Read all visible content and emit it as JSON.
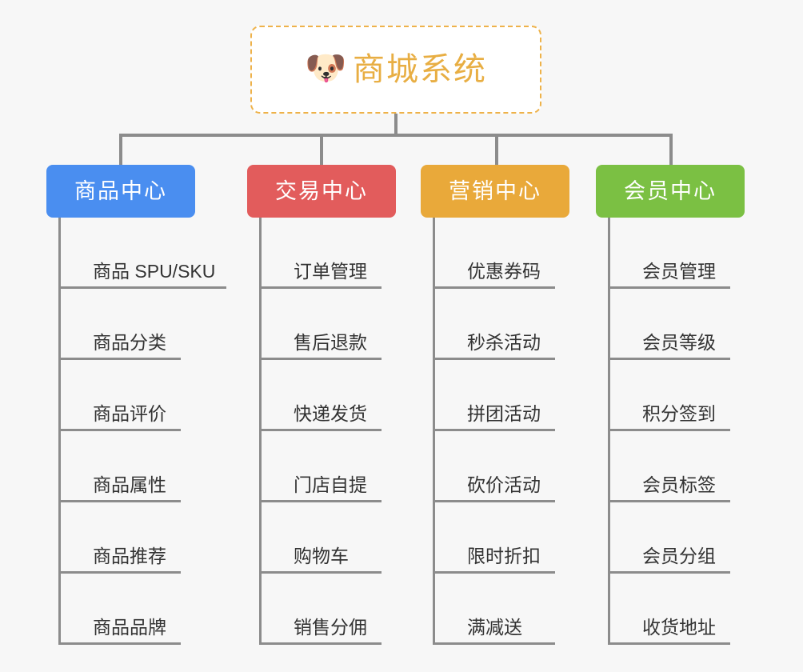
{
  "page": {
    "background_color": "#f7f7f7",
    "text_color": "#333333",
    "connector_color": "#8c8c8c"
  },
  "root": {
    "icon": "dog-face-emoji",
    "emoji": "🐶",
    "title": "商城系统",
    "title_color": "#e8ae43",
    "border_color": "#eeb24a",
    "border_style": "dashed",
    "background_color": "#ffffff"
  },
  "columns": [
    {
      "id": "product-center",
      "label": "商品中心",
      "color": "#4a8ef0",
      "items": [
        "商品 SPU/SKU",
        "商品分类",
        "商品评价",
        "商品属性",
        "商品推荐",
        "商品品牌"
      ]
    },
    {
      "id": "trade-center",
      "label": "交易中心",
      "color": "#e25c5c",
      "items": [
        "订单管理",
        "售后退款",
        "快递发货",
        "门店自提",
        "购物车",
        "销售分佣"
      ]
    },
    {
      "id": "marketing-center",
      "label": "营销中心",
      "color": "#e9a93a",
      "items": [
        "优惠券码",
        "秒杀活动",
        "拼团活动",
        "砍价活动",
        "限时折扣",
        "满减送"
      ]
    },
    {
      "id": "member-center",
      "label": "会员中心",
      "color": "#7bc043",
      "items": [
        "会员管理",
        "会员等级",
        "积分签到",
        "会员标签",
        "会员分组",
        "收货地址"
      ]
    }
  ]
}
